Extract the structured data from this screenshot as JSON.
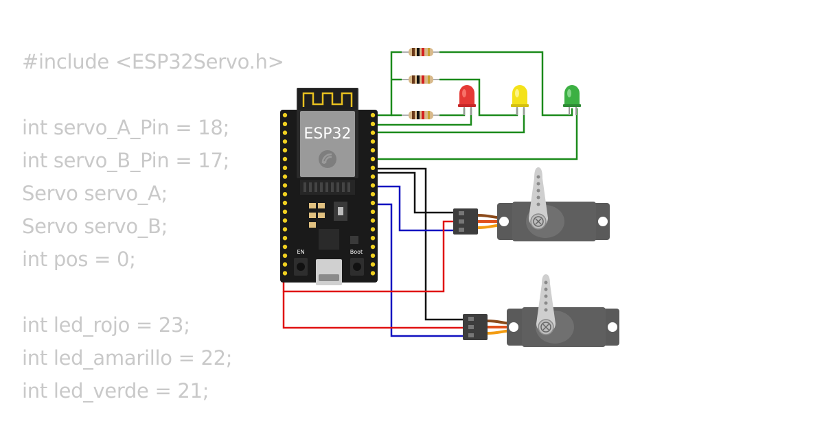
{
  "code_lines": [
    "#include <ESP32Servo.h>",
    "",
    "int servo_A_Pin = 18;",
    "int servo_B_Pin = 17;",
    "Servo servo_A;",
    "Servo servo_B;",
    "int pos = 0;",
    "",
    "int led_rojo = 23;",
    "int led_amarillo = 22;",
    "int led_verde = 21;"
  ],
  "board": {
    "label": "ESP32",
    "button_en": "EN",
    "button_boot": "Boot"
  },
  "leds": [
    {
      "name": "red",
      "color": "#e53935"
    },
    {
      "name": "yellow",
      "color": "#f4e21a"
    },
    {
      "name": "green",
      "color": "#3cb043"
    }
  ],
  "colors": {
    "code_text": "#c9c9c9",
    "wire_green": "#1a8a1a",
    "wire_red": "#e01010",
    "wire_blue": "#1010c0",
    "wire_black": "#111111",
    "board": "#1a1a1a",
    "pin": "#f0d020",
    "module": "#9a9a9a",
    "servo_body": "#5a5a5a",
    "servo_horn": "#cfcfcf"
  }
}
